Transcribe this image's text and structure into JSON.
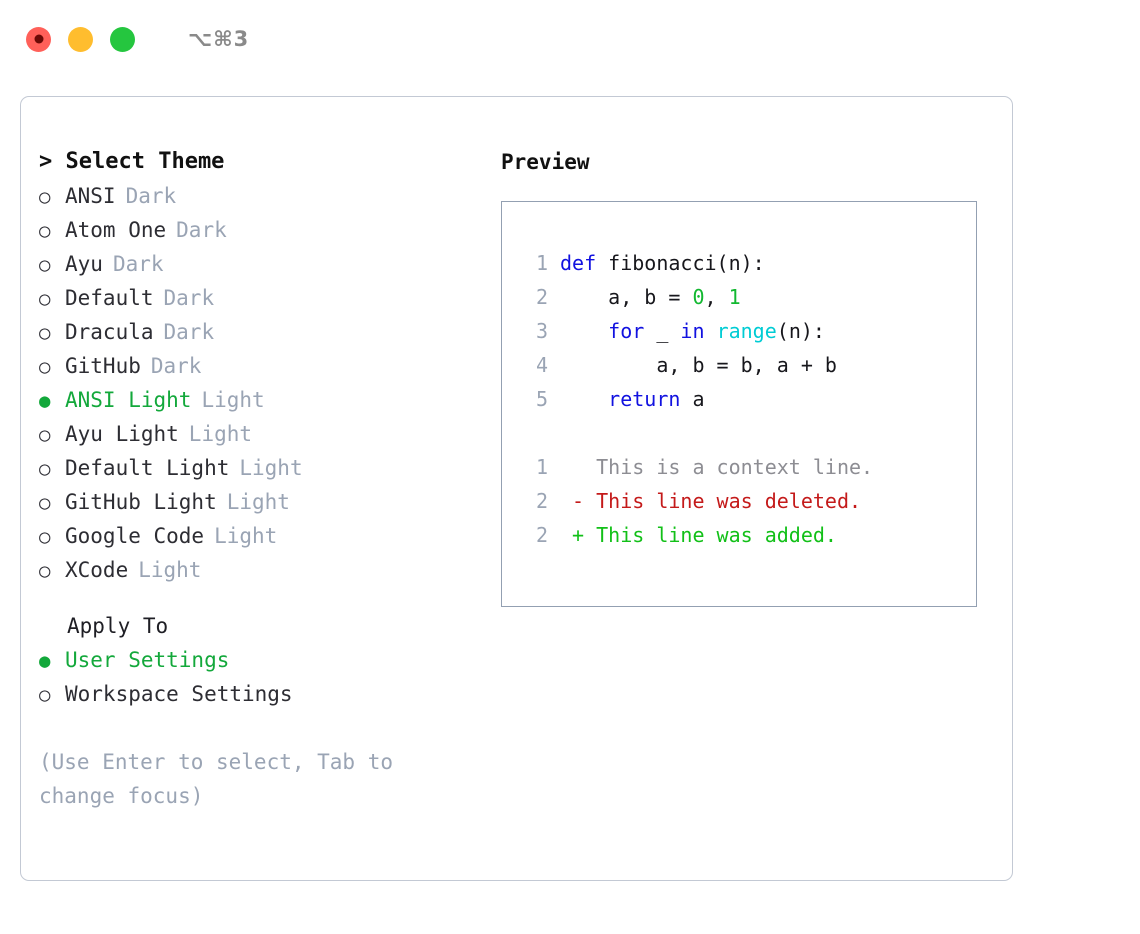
{
  "titlebar": {
    "shortcut": "⌥⌘3",
    "lights": [
      {
        "name": "close",
        "color": "#FF6059"
      },
      {
        "name": "minimize",
        "color": "#FFBD2E"
      },
      {
        "name": "maximize",
        "color": "#25C63F"
      }
    ]
  },
  "theme_picker": {
    "header": "> Select Theme",
    "bullet_selected": "●",
    "bullet_unselected": "○",
    "items": [
      {
        "label": "ANSI",
        "badge": "Dark",
        "selected": false
      },
      {
        "label": "Atom One",
        "badge": "Dark",
        "selected": false
      },
      {
        "label": "Ayu",
        "badge": "Dark",
        "selected": false
      },
      {
        "label": "Default",
        "badge": "Dark",
        "selected": false
      },
      {
        "label": "Dracula",
        "badge": "Dark",
        "selected": false
      },
      {
        "label": "GitHub",
        "badge": "Dark",
        "selected": false
      },
      {
        "label": "ANSI Light",
        "badge": "Light",
        "selected": true
      },
      {
        "label": "Ayu Light",
        "badge": "Light",
        "selected": false
      },
      {
        "label": "Default Light",
        "badge": "Light",
        "selected": false
      },
      {
        "label": "GitHub Light",
        "badge": "Light",
        "selected": false
      },
      {
        "label": "Google Code",
        "badge": "Light",
        "selected": false
      },
      {
        "label": "XCode",
        "badge": "Light",
        "selected": false
      }
    ]
  },
  "apply_to": {
    "label": "Apply To",
    "items": [
      {
        "label": "User Settings",
        "selected": true
      },
      {
        "label": "Workspace Settings",
        "selected": false
      }
    ]
  },
  "hint": "(Use Enter to select, Tab to change focus)",
  "preview": {
    "header": "Preview",
    "code_lines": [
      {
        "no": "1",
        "tokens": [
          {
            "t": "def ",
            "c": "kw"
          },
          {
            "t": "fibonacci(n):",
            "c": "pl"
          }
        ]
      },
      {
        "no": "2",
        "tokens": [
          {
            "t": "    a, b = ",
            "c": "pl"
          },
          {
            "t": "0",
            "c": "num"
          },
          {
            "t": ", ",
            "c": "pl"
          },
          {
            "t": "1",
            "c": "num"
          }
        ]
      },
      {
        "no": "3",
        "tokens": [
          {
            "t": "    ",
            "c": "pl"
          },
          {
            "t": "for",
            "c": "kw"
          },
          {
            "t": " _ ",
            "c": "pl"
          },
          {
            "t": "in",
            "c": "kw"
          },
          {
            "t": " ",
            "c": "pl"
          },
          {
            "t": "range",
            "c": "fn"
          },
          {
            "t": "(n):",
            "c": "pl"
          }
        ]
      },
      {
        "no": "4",
        "tokens": [
          {
            "t": "        a, b = b, a + b",
            "c": "pl"
          }
        ]
      },
      {
        "no": "5",
        "tokens": [
          {
            "t": "    ",
            "c": "pl"
          },
          {
            "t": "return",
            "c": "kw"
          },
          {
            "t": " a",
            "c": "pl"
          }
        ]
      }
    ],
    "diff_lines": [
      {
        "no": "1",
        "marker": " ",
        "text": " This is a context line.",
        "kind": "ctx"
      },
      {
        "no": "2",
        "marker": "-",
        "text": " This line was deleted.",
        "kind": "del"
      },
      {
        "no": "2",
        "marker": "+",
        "text": " This line was added.",
        "kind": "add"
      }
    ]
  },
  "colors": {
    "accent_green": "#13A83B",
    "badge_gray": "#9aa4b4",
    "keyword_blue": "#1212E0",
    "function_cyan": "#00CCD4",
    "number_green": "#12B830",
    "diff_deleted": "#C41A1A",
    "diff_added": "#12C018",
    "panel_border": "#c3c9d4",
    "preview_border": "#93a0b2"
  }
}
